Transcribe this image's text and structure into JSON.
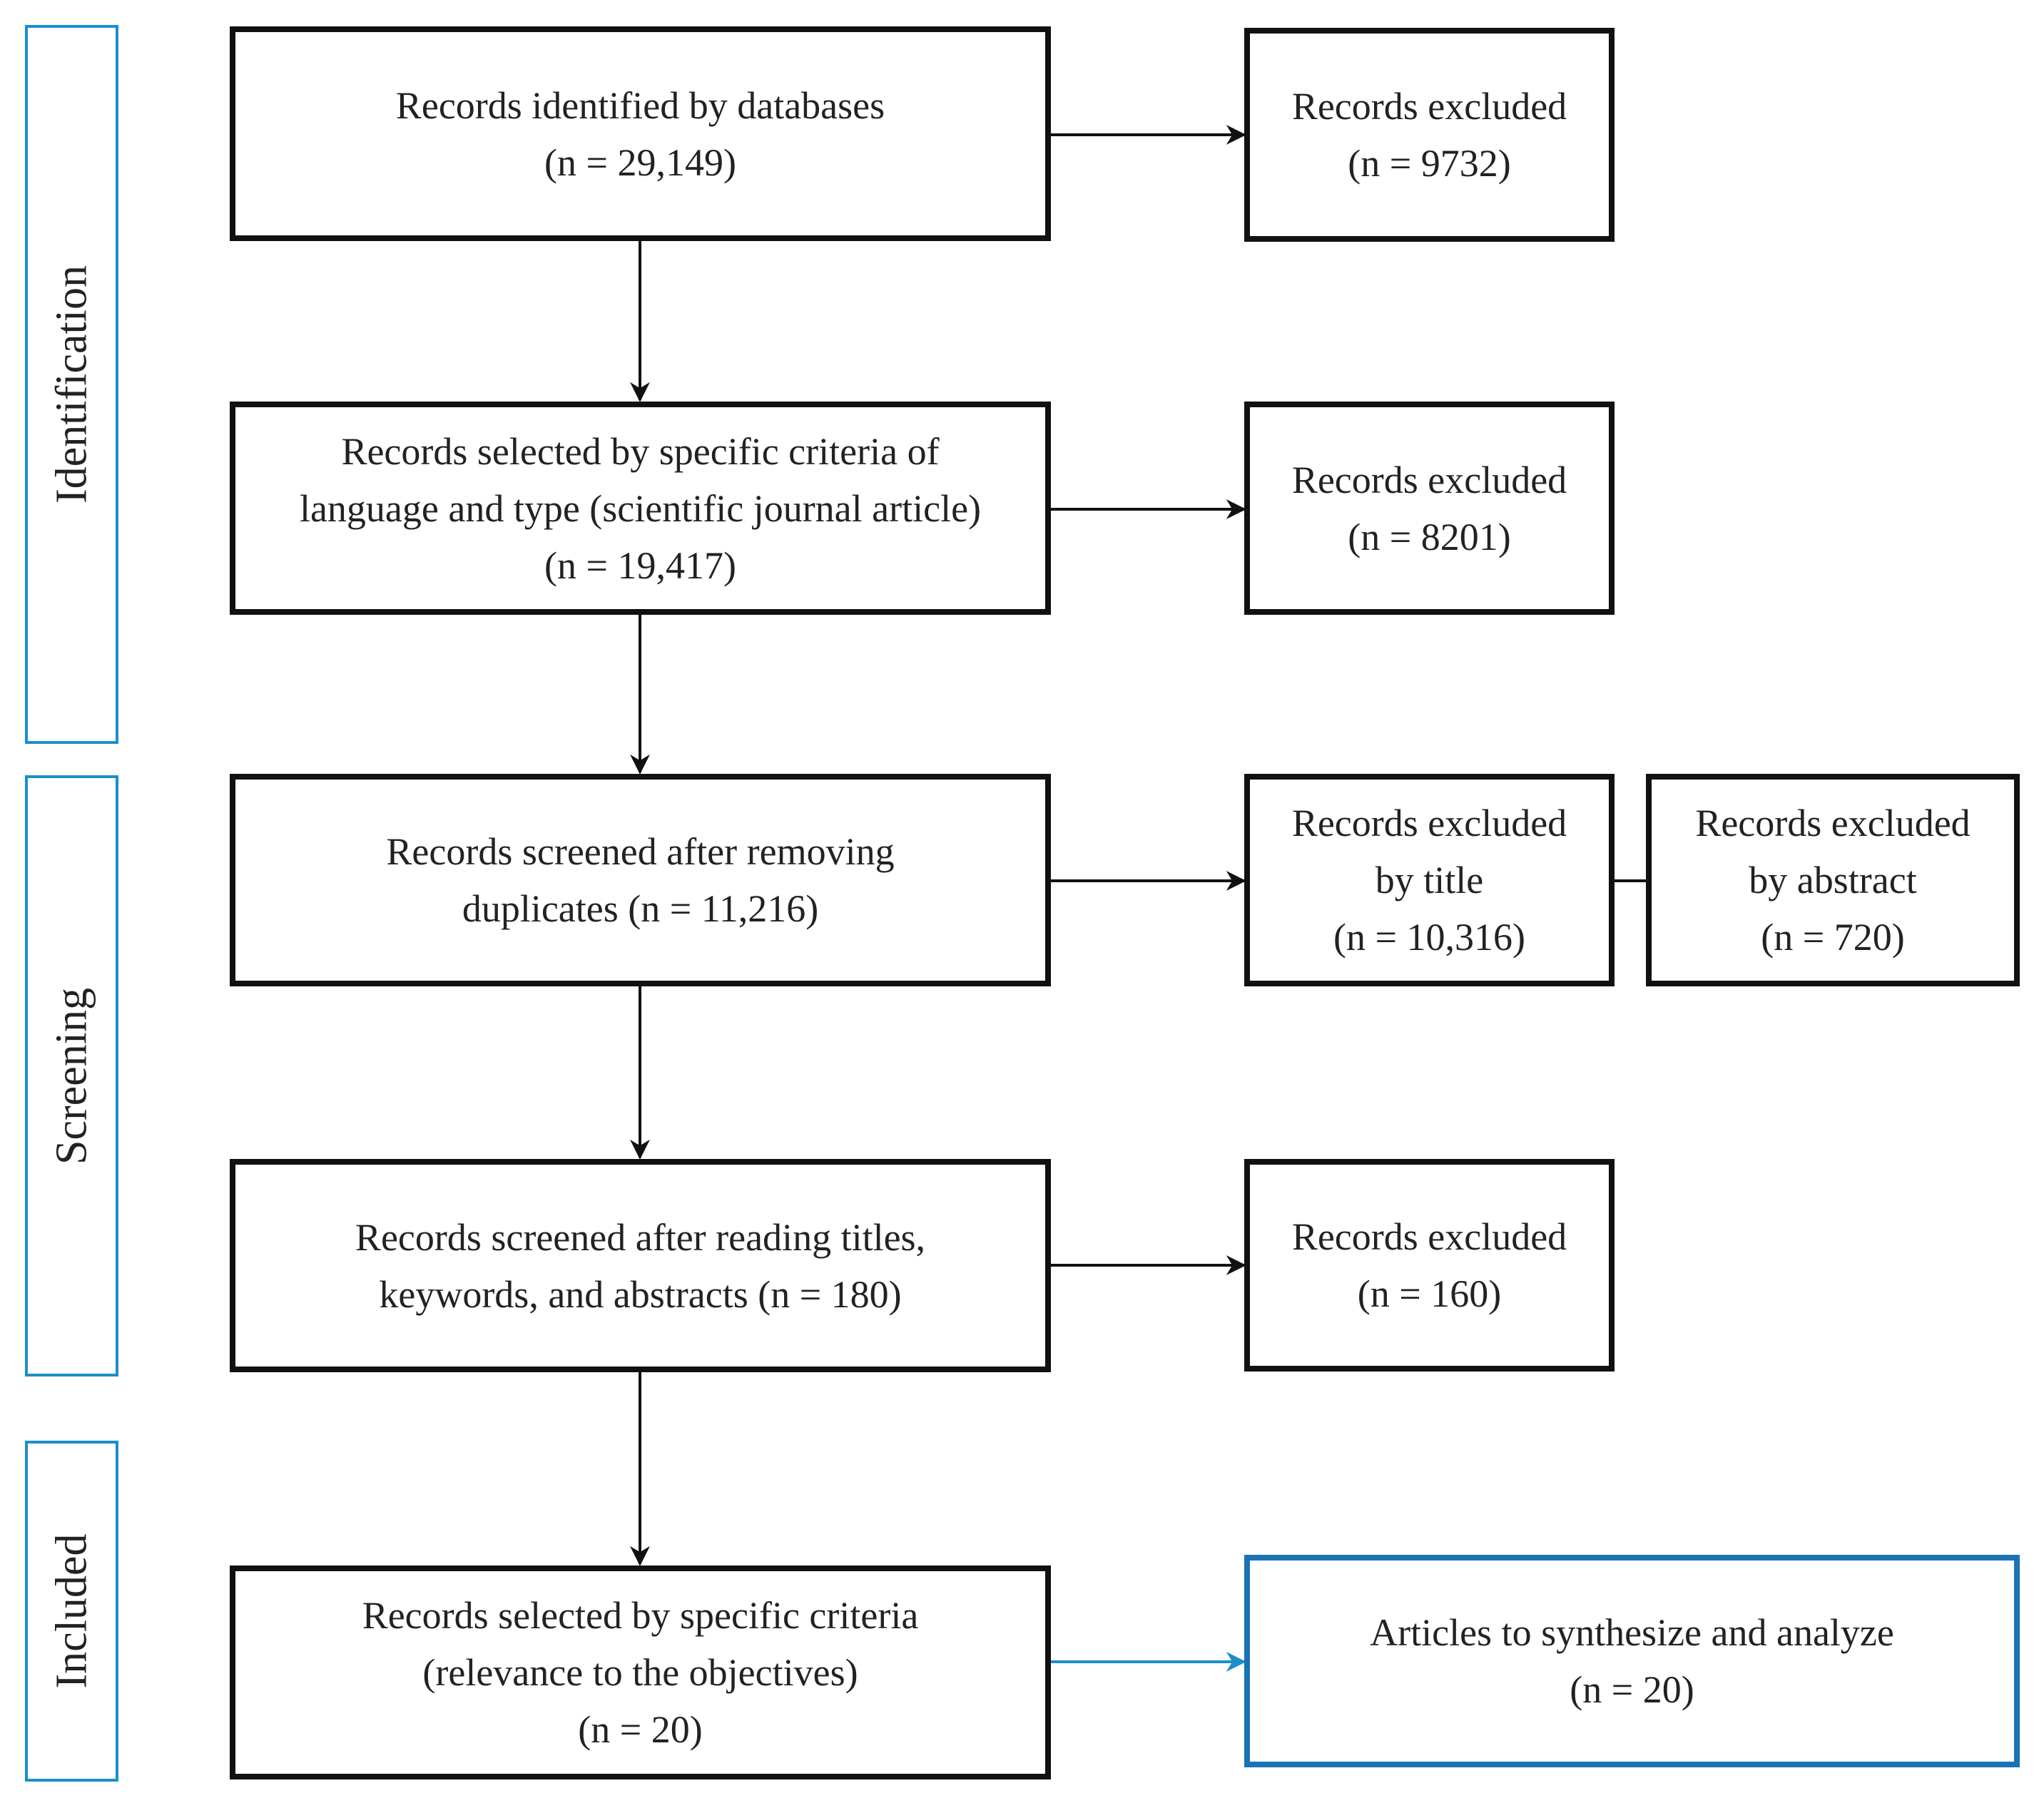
{
  "phases": {
    "identification": "Identification",
    "screening": "Screening",
    "included": "Included"
  },
  "flow": {
    "identified": {
      "line1": "Records identified by databases",
      "line2": "(n = 29,149)"
    },
    "selected_lang": {
      "line1": "Records selected by specific criteria of",
      "line2": "language and type (scientific journal article)",
      "line3": "(n = 19,417)"
    },
    "screened_dup": {
      "line1": "Records screened after removing",
      "line2": "duplicates (n = 11,216)"
    },
    "screened_read": {
      "line1": "Records screened after reading titles,",
      "line2": "keywords, and abstracts (n = 180)"
    },
    "selected_rel": {
      "line1": "Records selected by specific criteria",
      "line2": "(relevance to the objectives)",
      "line3": "(n = 20)"
    }
  },
  "exclusions": {
    "ex1": {
      "line1": "Records excluded",
      "line2": "(n = 9732)"
    },
    "ex2": {
      "line1": "Records excluded",
      "line2": "(n = 8201)"
    },
    "ex_title": {
      "line1": "Records excluded",
      "line2": "by title",
      "line3": "(n = 10,316)"
    },
    "ex_abstract": {
      "line1": "Records excluded",
      "line2": "by abstract",
      "line3": "(n = 720)"
    },
    "ex4": {
      "line1": "Records excluded",
      "line2": "(n = 160)"
    }
  },
  "result": {
    "line1": "Articles to synthesize and analyze",
    "line2": "(n = 20)"
  },
  "colors": {
    "phase_border": "#1a8fcb",
    "box_border": "#111111",
    "result_border": "#1a73b5",
    "result_arrow": "#1a8fcb"
  }
}
